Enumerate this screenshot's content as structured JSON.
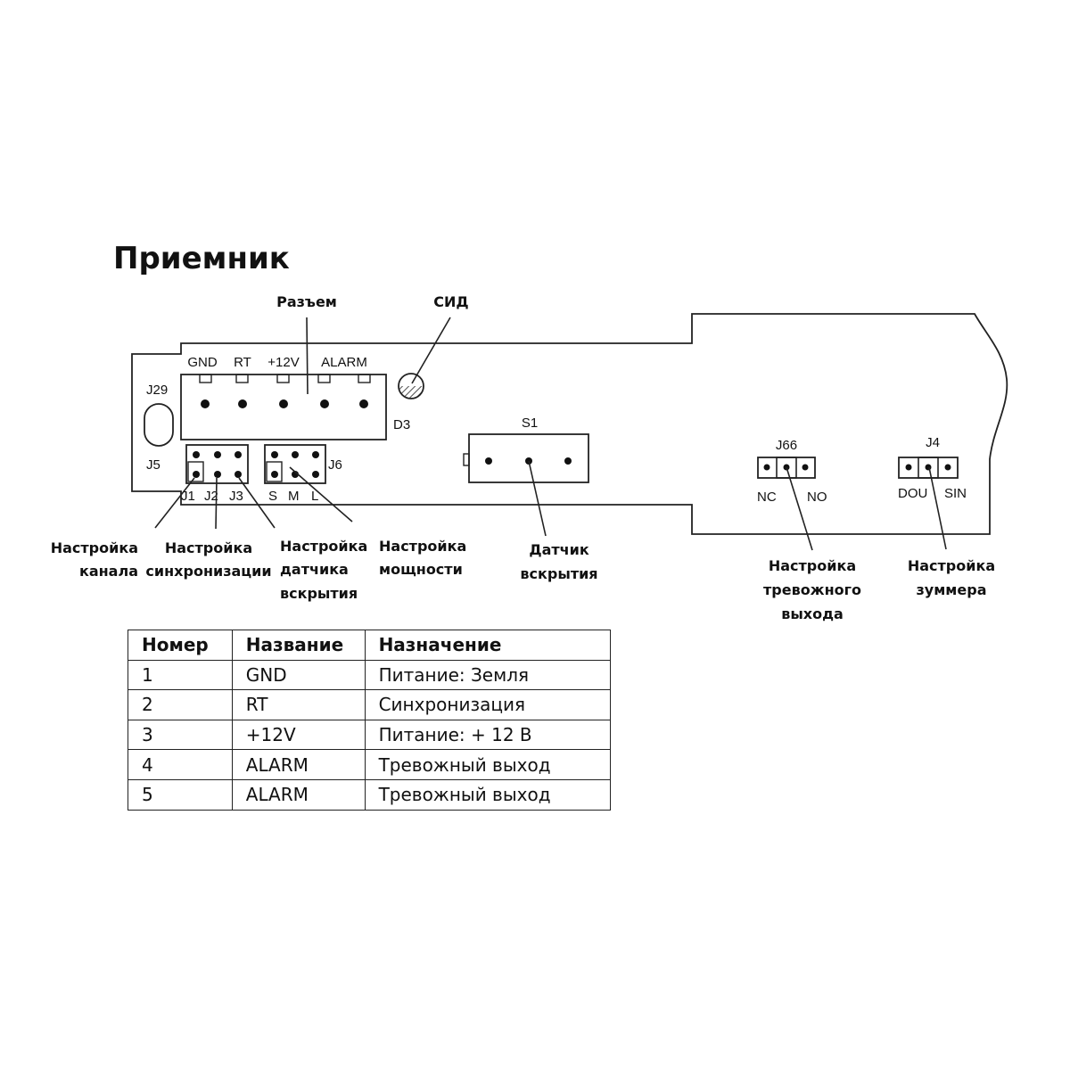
{
  "title": "Приемник",
  "board": {
    "connector_pins": [
      "GND",
      "RT",
      "+12V",
      "ALARM"
    ],
    "labels": {
      "j29": "J29",
      "j5": "J5",
      "j6": "J6",
      "d3": "D3",
      "s1": "S1",
      "j66": "J66",
      "j4": "J4",
      "j1": "J1",
      "j2": "J2",
      "j3": "J3",
      "s": "S",
      "m": "M",
      "l": "L",
      "nc": "NC",
      "no": "NO",
      "dou": "DOU",
      "sin": "SIN"
    }
  },
  "callouts": {
    "connector": "Разъем",
    "led": "СИД",
    "channel": [
      "Настройка",
      "канала"
    ],
    "sync": [
      "Настройка",
      "синхронизации"
    ],
    "tamper_setting": [
      "Настройка",
      "датчика",
      "вскрытия"
    ],
    "power": [
      "Настройка",
      "мощности"
    ],
    "tamper_sensor": [
      "Датчик",
      "вскрытия"
    ],
    "alarm_out": [
      "Настройка",
      "тревожного",
      "выхода"
    ],
    "buzzer": [
      "Настройка",
      "зуммера"
    ]
  },
  "table": {
    "headers": [
      "Номер",
      "Название",
      "Назначение"
    ],
    "rows": [
      [
        "1",
        "GND",
        "Питание: Земля"
      ],
      [
        "2",
        "RT",
        "Синхронизация"
      ],
      [
        "3",
        "+12V",
        "Питание: + 12 В"
      ],
      [
        "4",
        "ALARM",
        "Тревожный выход"
      ],
      [
        "5",
        "ALARM",
        "Тревожный выход"
      ]
    ]
  }
}
